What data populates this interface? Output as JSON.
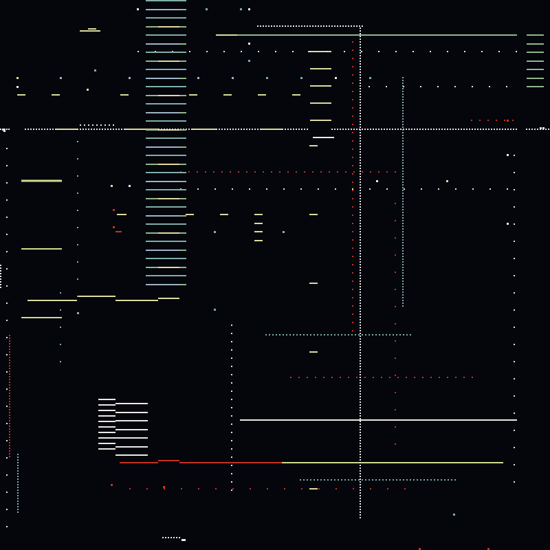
{
  "palette": {
    "background": "#05050c",
    "white": "#e9e9e9",
    "cream": "#dcdca0",
    "yellow_green": "#cfdc8c",
    "sage": "#8fb88c",
    "teal": "#7fb0a8",
    "blue_grey": "#9fb4c8",
    "red": "#c8321e",
    "dim": "#7a8a8a"
  },
  "elements": {
    "hlines": "horizontal-rule",
    "vlines": "vertical-dotted-rule",
    "ladders": "striped-bar-stack",
    "marks": "speck"
  }
}
